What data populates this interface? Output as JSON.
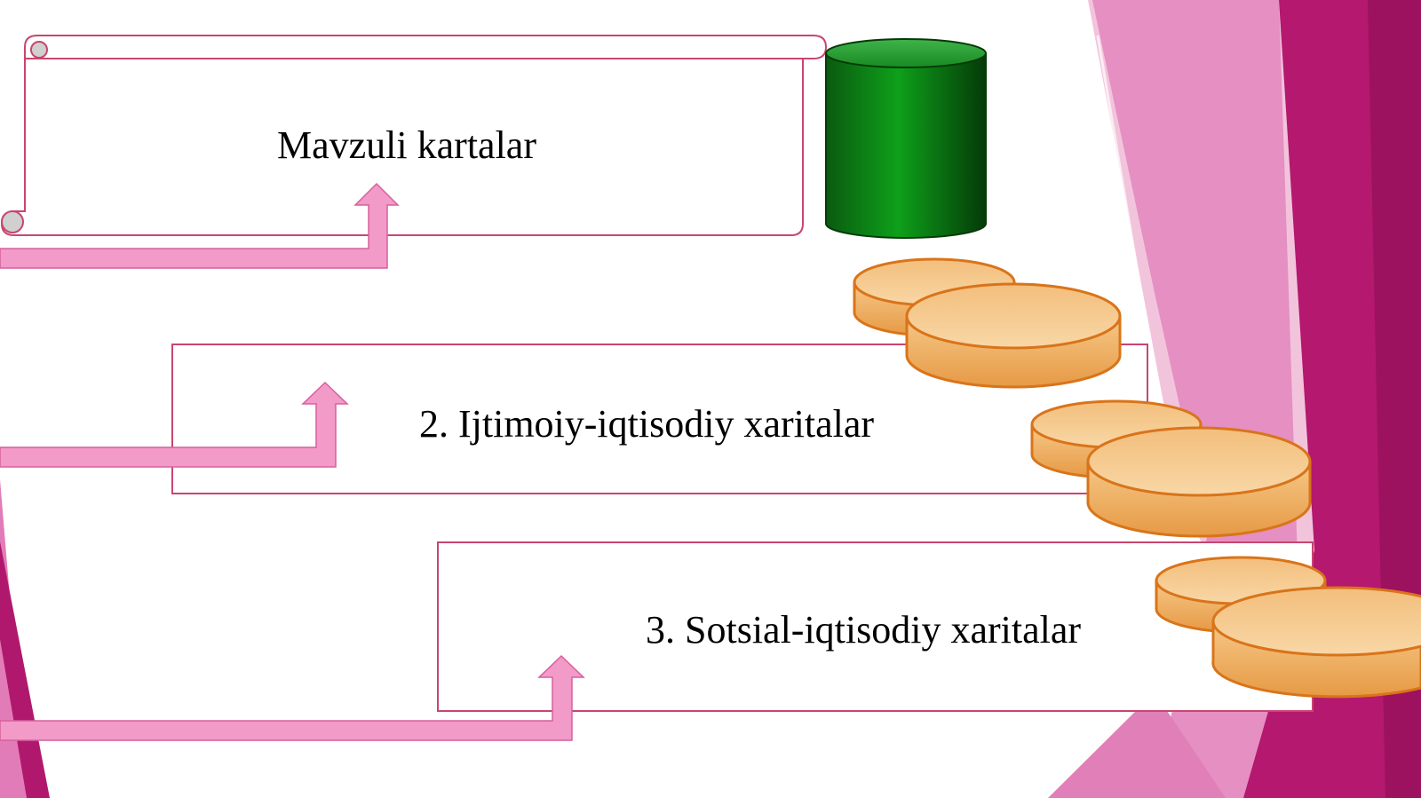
{
  "diagram": {
    "steps": [
      {
        "label": "Mavzuli kartalar"
      },
      {
        "label": "2. Ijtimoiy-iqtisodiy xaritalar"
      },
      {
        "label": "3. Sotsial-iqtisodiy xaritalar"
      }
    ]
  },
  "colors": {
    "frame_border": "#c8466e",
    "arrow_fill": "#f29ac8",
    "arrow_stroke": "#d6609e",
    "cylinder": "#0a7a12",
    "coin": "#f0b56a",
    "coin_edge": "#d9741a",
    "magenta_dark": "#b0186e",
    "magenta_light": "#e27cb8"
  },
  "icons": [
    "scroll-shape",
    "green-cylinder",
    "coin-stack",
    "bent-up-arrow"
  ]
}
